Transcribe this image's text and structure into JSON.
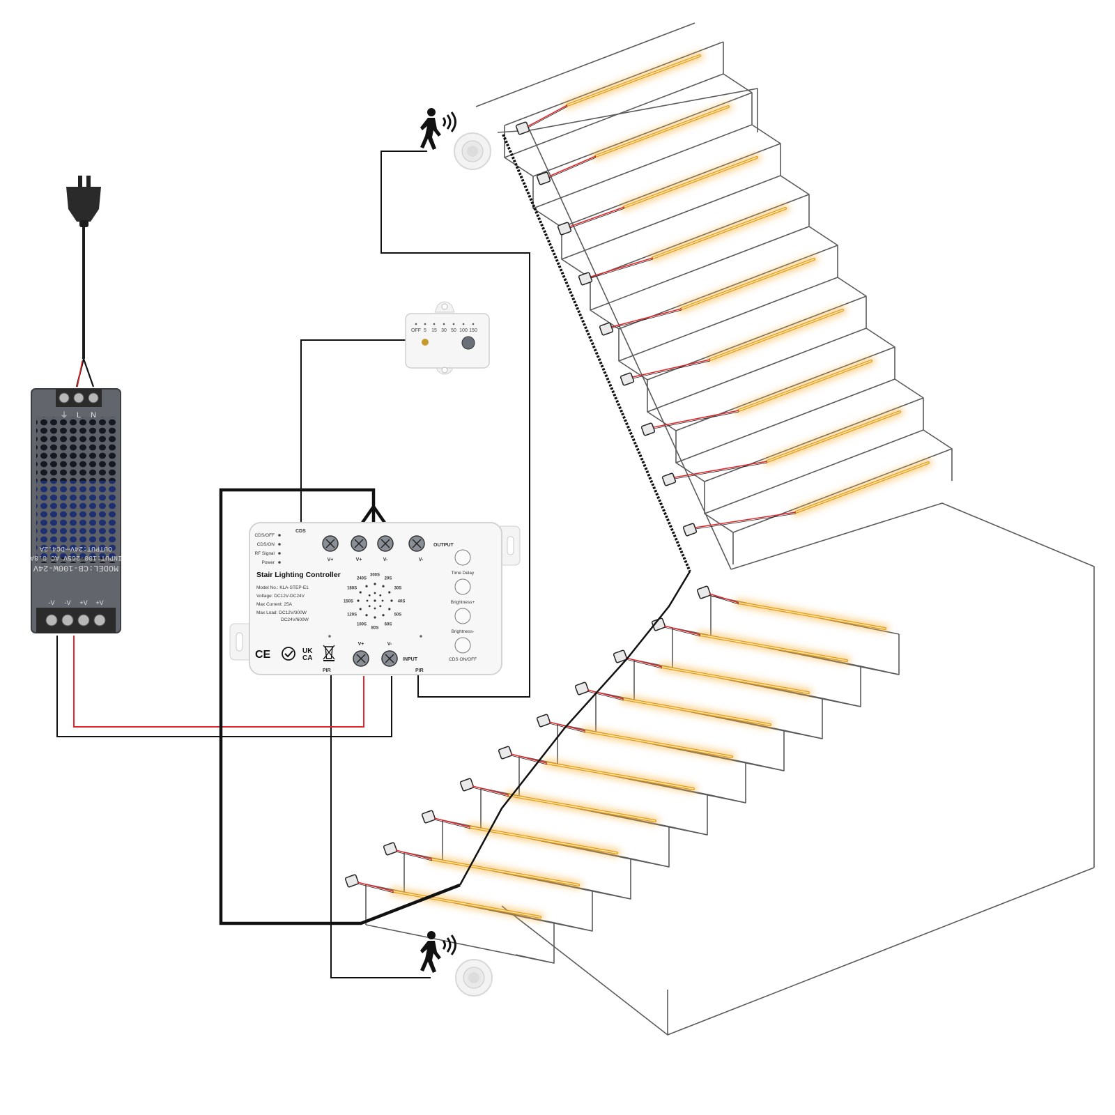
{
  "power_supply": {
    "model": "MODEL:CB-100W-24V",
    "input": "INPUT:100-265V AC 0.8A",
    "output": "OUTPUT:24V⎓DC4.2A",
    "top_terminals": [
      "⏚",
      "L",
      "N"
    ],
    "bottom_terminals": [
      "-V",
      "-V",
      "+V",
      "+V"
    ]
  },
  "controller": {
    "title": "Stair Lighting Controller",
    "specs": [
      "Model No.: KLA-STEP-E1",
      "Voltage: DC12V-DC24V",
      "Max Current: 25A",
      "Max Load: DC12V/300W",
      "DC24V/600W"
    ],
    "status_labels": [
      "CDS/OFF",
      "CDS/ON",
      "RF Signal",
      "Power"
    ],
    "cds_label": "CDS",
    "output_label": "OUTPUT",
    "output_terminals": [
      "V+",
      "V+",
      "V-",
      "V-"
    ],
    "input_label": "INPUT",
    "input_terminals": [
      "V+",
      "V-"
    ],
    "pir_left": "PIR",
    "pir_right": "PIR",
    "dial_labels": [
      "300S",
      "20S",
      "30S",
      "40S",
      "50S",
      "60S",
      "80S",
      "100S",
      "120S",
      "150S",
      "180S",
      "240S"
    ],
    "buttons": [
      "Time Delay",
      "Brightness+",
      "Brightness-",
      "CDS ON/OFF"
    ],
    "cert_marks": [
      "CE",
      "UK",
      "CA"
    ]
  },
  "light_sensor": {
    "labels": [
      "OFF",
      "5",
      "15",
      "30",
      "50",
      "100",
      "150"
    ]
  },
  "colors": {
    "wire_black": "#111111",
    "wire_red": "#e0262b",
    "led_glow": "#f7b23b",
    "led_core": "#e49a1c"
  }
}
